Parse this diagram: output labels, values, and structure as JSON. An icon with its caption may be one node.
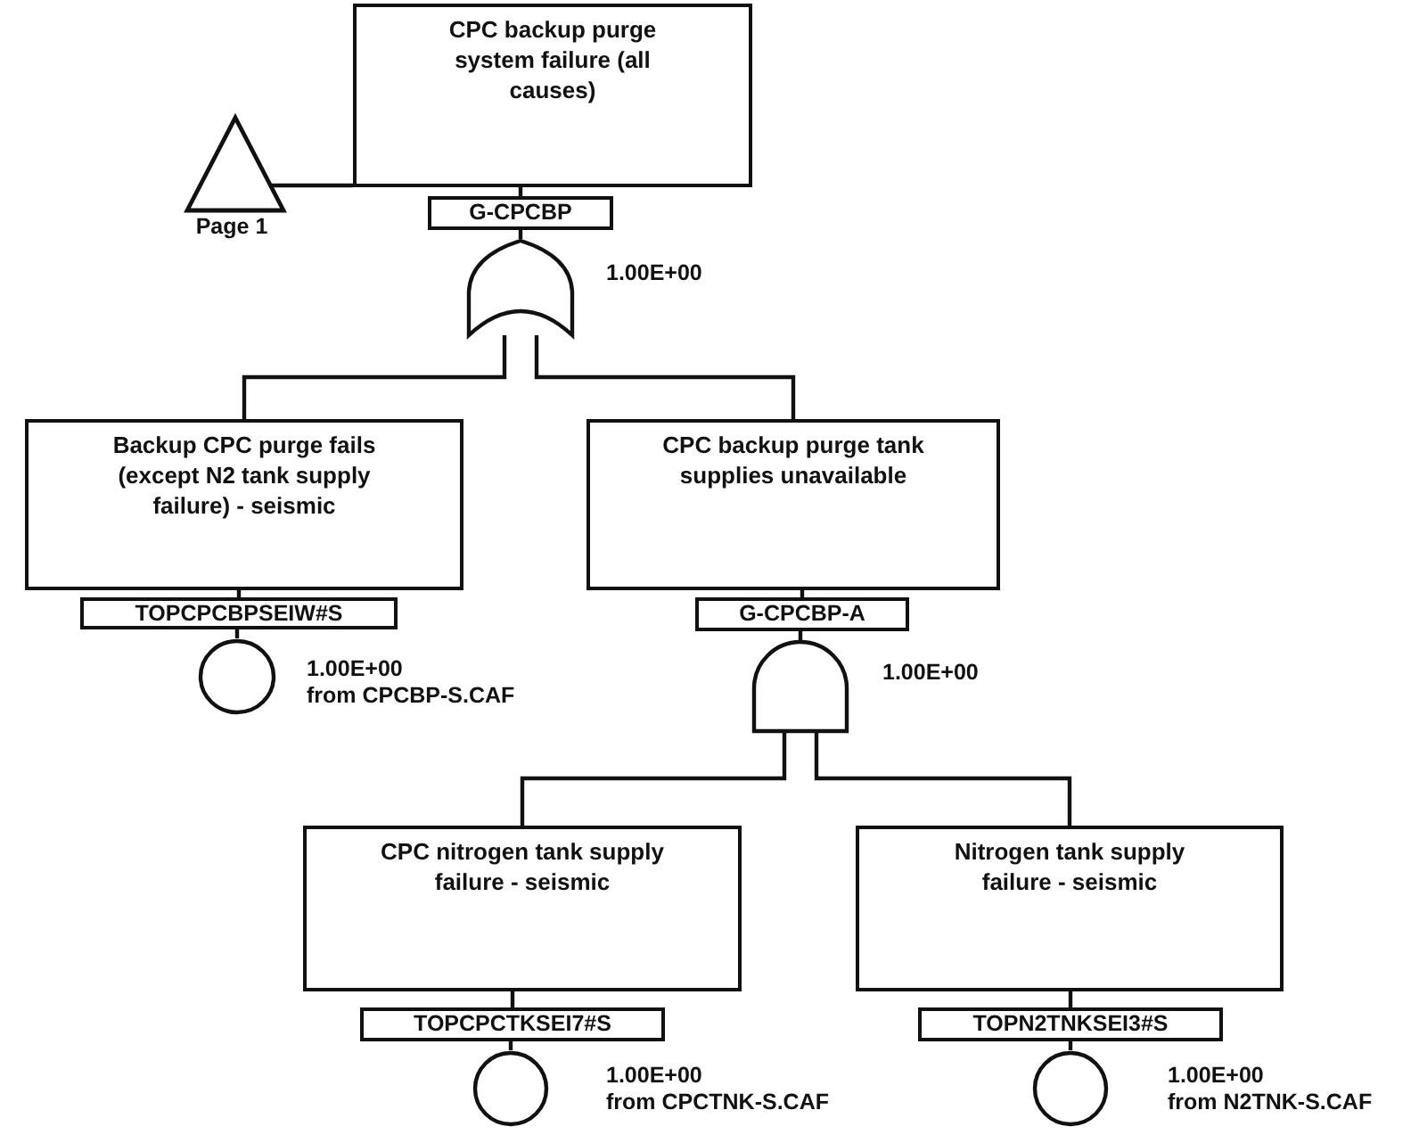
{
  "diagram": {
    "nodes": [
      {
        "text": [
          "CPC backup purge system failure (all causes)"
        ]
      },
      {
        "text": [
          "Page 1"
        ]
      },
      {
        "text": [
          "G-CPCBP"
        ]
      },
      {
        "text": [],
        "shape": "gate",
        "beside": [
          "1.00E+00"
        ]
      },
      {
        "text": [
          "Backup CPC purge fails (except N2 tank supply failure) - seismic"
        ]
      },
      {
        "text": [
          "CPC backup purge tank supplies unavailable"
        ]
      },
      {
        "text": [
          "TOPCPCBPSEIW#S"
        ]
      },
      {
        "text": [],
        "shape": "circle",
        "beside": [
          "1.00E+00",
          "from CPCBP-S.CAF"
        ]
      },
      {
        "text": [
          "G-CPCBP-A"
        ]
      },
      {
        "text": [],
        "shape": "gate",
        "beside": [
          "1.00E+00"
        ]
      },
      {
        "text": [
          "CPC nitrogen tank supply failure - seismic"
        ]
      },
      {
        "text": [
          "Nitrogen tank supply failure - seismic"
        ]
      },
      {
        "text": [
          "TOPCPCTKSEI7#S"
        ]
      },
      {
        "text": [],
        "shape": "circle",
        "beside": [
          "1.00E+00",
          "from CPCTNK-S.CAF"
        ]
      },
      {
        "text": [
          "TOPN2TNKSEI3#S"
        ]
      },
      {
        "text": [],
        "shape": "circle",
        "beside": [
          "1.00E+00",
          "from N2TNK-S.CAF"
        ]
      }
    ],
    "edges": [
      {
        "from": 1,
        "to": 0,
        "arrow": "none"
      },
      {
        "from": 0,
        "to": 2,
        "arrow": "none"
      },
      {
        "from": 2,
        "to": 3,
        "arrow": "none"
      },
      {
        "from": 3,
        "to": 4,
        "arrow": "none"
      },
      {
        "from": 3,
        "to": 5,
        "arrow": "none"
      },
      {
        "from": 4,
        "to": 6,
        "arrow": "none"
      },
      {
        "from": 6,
        "to": 7,
        "arrow": "none"
      },
      {
        "from": 5,
        "to": 8,
        "arrow": "none"
      },
      {
        "from": 8,
        "to": 9,
        "arrow": "none"
      },
      {
        "from": 9,
        "to": 10,
        "arrow": "none"
      },
      {
        "from": 9,
        "to": 11,
        "arrow": "none"
      },
      {
        "from": 10,
        "to": 12,
        "arrow": "none"
      },
      {
        "from": 12,
        "to": 13,
        "arrow": "none"
      },
      {
        "from": 11,
        "to": 14,
        "arrow": "none"
      },
      {
        "from": 14,
        "to": 15,
        "arrow": "none"
      }
    ]
  }
}
